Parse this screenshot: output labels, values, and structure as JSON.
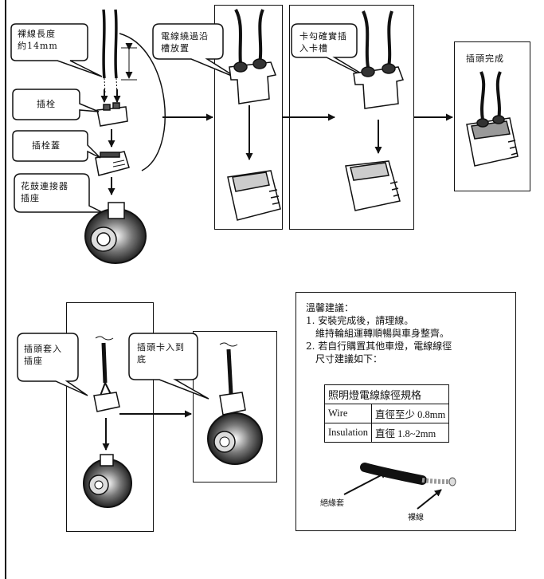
{
  "step1": {
    "bare_wire_label": "裸線長度 約14mm",
    "bare_wire_line1": "裸線長度",
    "bare_wire_line2": "約14mm",
    "plug_label": "插栓",
    "plug_cover_label": "插栓蓋",
    "socket_label_line1": "花鼓連接器",
    "socket_label_line2": "插座"
  },
  "step2": {
    "line1": "電線繞過沿",
    "line2": "槽放置"
  },
  "step3": {
    "line1": "卡勾確實插",
    "line2": "入卡槽"
  },
  "step4": {
    "label": "插頭完成"
  },
  "step5": {
    "line1": "插頭套入",
    "line2": "插座"
  },
  "step6": {
    "line1": "插頭卡入到",
    "line2": "底"
  },
  "tips": {
    "title": "溫馨建議：",
    "line1": "1. 安裝完成後，請理線。",
    "line2": "維持輪組運轉順暢與車身整齊。",
    "line3": "2. 若自行購置其他車燈，電線線徑",
    "line4": "尺寸建議如下：",
    "table_header": "照明燈電線線徑規格",
    "rows": [
      {
        "name": "Wire",
        "value": "直徑至少  0.8mm"
      },
      {
        "name": "Insulation",
        "value": "直徑 1.8~2mm"
      }
    ],
    "insulation_label": "絕緣套",
    "bare_label": "裸線"
  }
}
